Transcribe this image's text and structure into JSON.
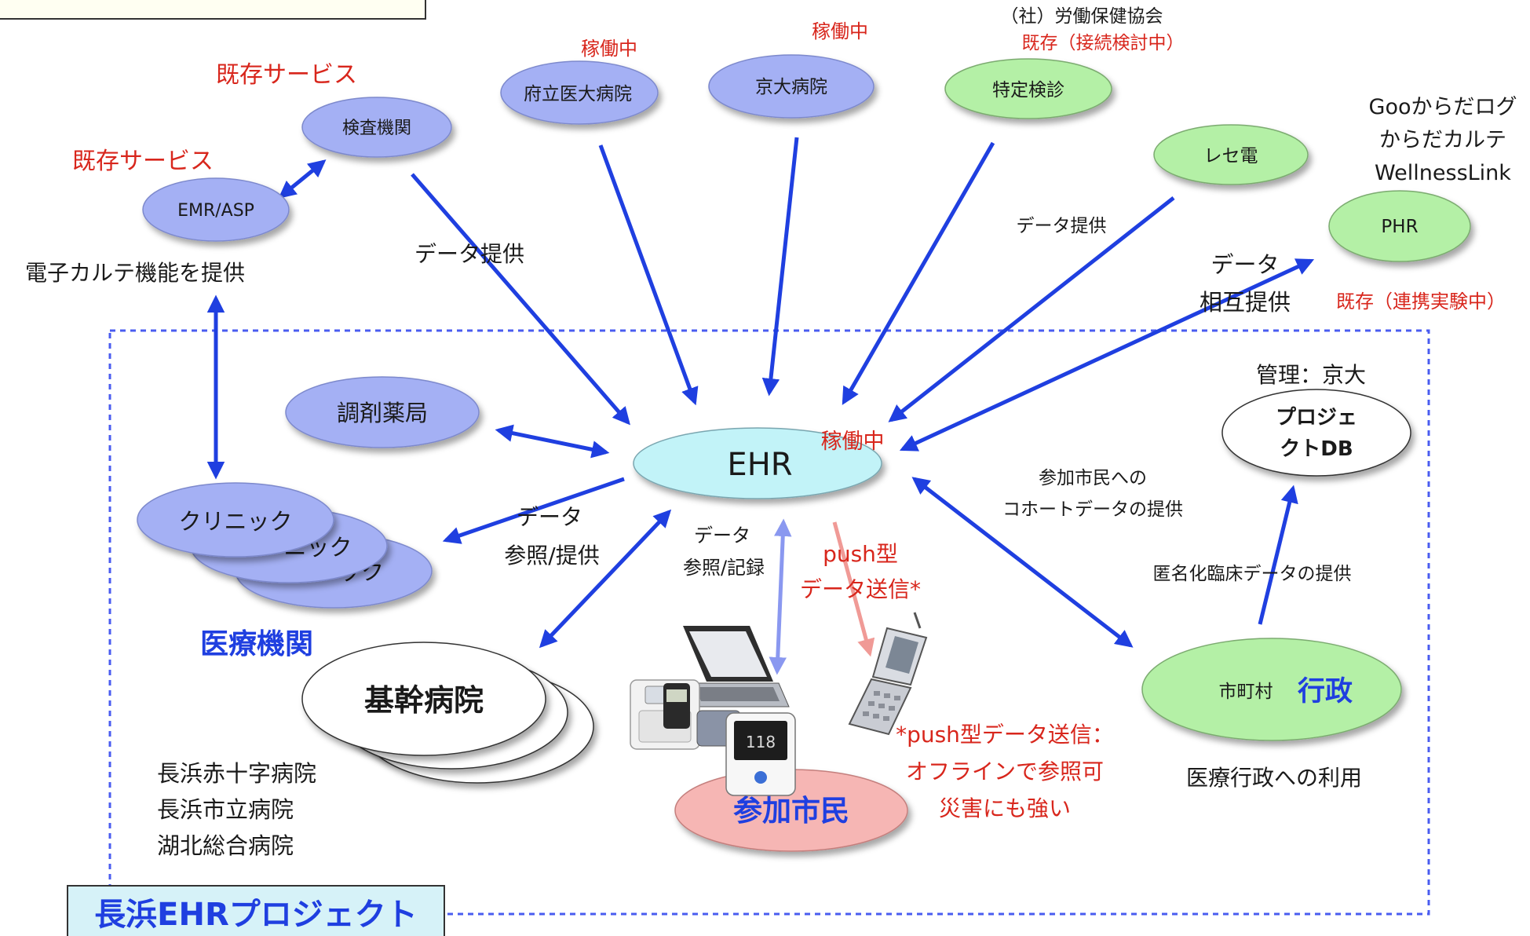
{
  "top_note": "",
  "nodes": {
    "ehr": "EHR",
    "ehr_status": "稼働中",
    "kensa": "検査機関",
    "emr": "EMR/ASP",
    "furitsu": "府立医大病院",
    "furitsu_status": "稼働中",
    "kyodai": "京大病院",
    "kyodai_status": "稼働中",
    "tokutei": "特定検診",
    "tokutei_org": "（社）労働保健協会",
    "tokutei_status": "既存（接続検討中）",
    "resaden": "レセ電",
    "phr": "PHR",
    "phr_services": [
      "Gooからだログ",
      "からだカルテ",
      "WellnessLink"
    ],
    "phr_status": "既存（連携実験中）",
    "chozai": "調剤薬局",
    "clinic": "クリニック",
    "clinic_back1": "ニック",
    "clinic_back2": "ック",
    "kikan": "基幹病院",
    "citizen": "参加市民",
    "gyosei_city": "市町村",
    "gyosei": "行政",
    "projdb": [
      "プロジェ",
      "クトDB"
    ]
  },
  "labels": {
    "kizon_kensa": "既存サービス",
    "kizon_emr": "既存サービス",
    "emr_desc": "電子カルテ機能を提供",
    "data_teikyo_left": "データ提供",
    "data_teikyo_right": "データ提供",
    "data_sogo": [
      "データ",
      "相互提供"
    ],
    "kanri": "管理：京大",
    "iryo_kikan": "医療機関",
    "data_sansho_teikyo": [
      "データ",
      "参照/提供"
    ],
    "data_sansho_kiroku": [
      "データ",
      "参照/記録"
    ],
    "push": [
      "push型",
      "データ送信*"
    ],
    "push_note": [
      "*push型データ送信：",
      "オフラインで参照可",
      "災害にも強い"
    ],
    "cohort": [
      "参加市民への",
      "コホートデータの提供"
    ],
    "tokumei": "匿名化臨床データの提供",
    "gyosei_use": "医療行政への利用",
    "hospitals": [
      "長浜赤十字病院",
      "長浜市立病院",
      "湖北総合病院"
    ],
    "project_title": "長浜EHRプロジェクト"
  },
  "colors": {
    "arrow": "#1f3fe0",
    "blue_node": "#a4b0f4",
    "green_node": "#b4f0a6",
    "ehr_node": "#c2f3f8",
    "citizen_node": "#f6b6b4",
    "status_red": "#d8261c",
    "push_arrow": "#f09a96",
    "frame": "#4a5cf0",
    "title_box": "#d6f2f8"
  },
  "icons": [
    "laptop-icon",
    "body-scale-icon",
    "pedometer-icon",
    "blood-pressure-monitor-icon",
    "flip-phone-icon"
  ]
}
